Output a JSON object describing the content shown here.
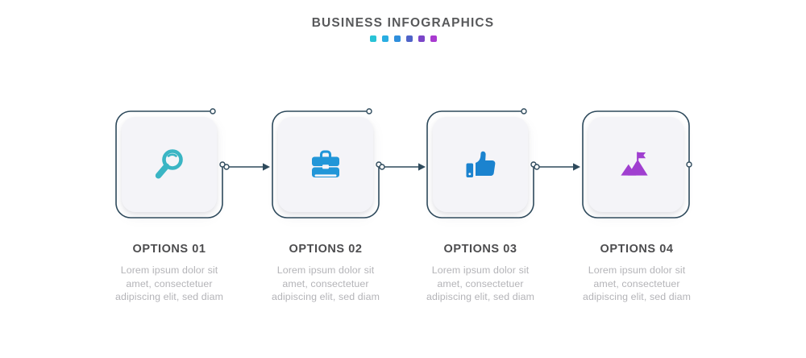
{
  "header": {
    "title": "BUSINESS INFOGRAPHICS",
    "dots": [
      {
        "name": "dot-1",
        "color": "#29c3d6"
      },
      {
        "name": "dot-2",
        "color": "#2aaee2"
      },
      {
        "name": "dot-3",
        "color": "#2f8fdc"
      },
      {
        "name": "dot-4",
        "color": "#4f63c8"
      },
      {
        "name": "dot-5",
        "color": "#7b45c8"
      },
      {
        "name": "dot-6",
        "color": "#a93ad0"
      }
    ]
  },
  "theme": {
    "outline_color": "#2e4a5c",
    "node_fill": "#ffffff",
    "card_fill": "#f4f4f8",
    "page_bg": "#ffffff",
    "title_color": "#58595b",
    "step_title_color": "#4d4d4f",
    "desc_color": "#b4b4b8",
    "arrow_color": "#2e4a5c"
  },
  "steps": [
    {
      "title": "OPTIONS 01",
      "icon": "magnifier-icon",
      "icon_color": "#3ab5c4",
      "desc_lines": [
        "Lorem ipsum dolor sit",
        "amet, consectetuer",
        "adipiscing elit, sed diam"
      ]
    },
    {
      "title": "OPTIONS 02",
      "icon": "briefcase-icon",
      "icon_color": "#2196d8",
      "desc_lines": [
        "Lorem ipsum dolor sit",
        "amet, consectetuer",
        "adipiscing elit, sed diam"
      ]
    },
    {
      "title": "OPTIONS 03",
      "icon": "thumbs-up-icon",
      "icon_color": "#1b83cf",
      "desc_lines": [
        "Lorem ipsum dolor sit",
        "amet, consectetuer",
        "adipiscing elit, sed diam"
      ]
    },
    {
      "title": "OPTIONS 04",
      "icon": "mountain-flag-icon",
      "icon_color": "#a03fd0",
      "desc_lines": [
        "Lorem ipsum dolor sit",
        "amet, consectetuer",
        "adipiscing elit, sed diam"
      ]
    }
  ],
  "connectors": [
    {
      "name": "connector-1-to-2"
    },
    {
      "name": "connector-2-to-3"
    },
    {
      "name": "connector-3-to-4"
    }
  ]
}
